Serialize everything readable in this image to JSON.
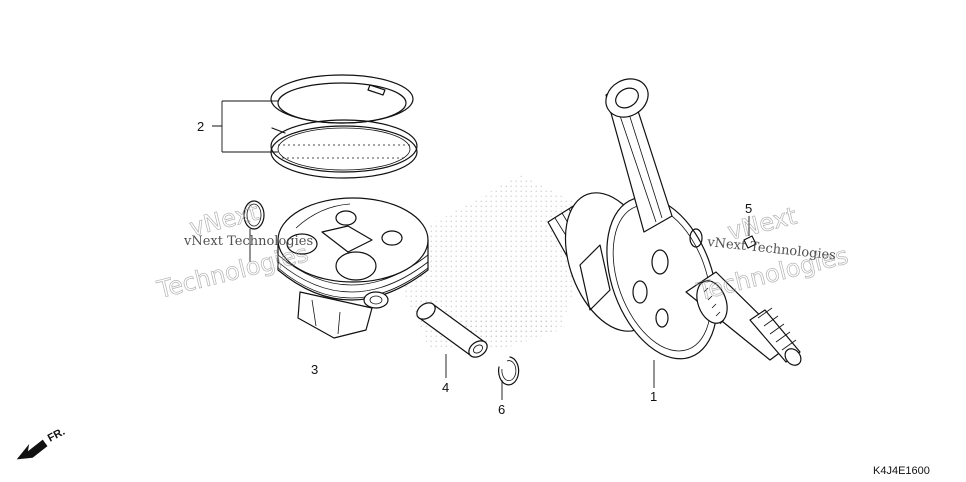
{
  "diagram_code": "K4J4E1600",
  "direction_label": "FR.",
  "watermark": {
    "line1": "vNext Technologies",
    "big1": "vNext",
    "big2": "Technologies"
  },
  "parts": [
    {
      "number": "1",
      "part": "crankshaft"
    },
    {
      "number": "2",
      "part": "piston-rings"
    },
    {
      "number": "3",
      "part": "piston"
    },
    {
      "number": "4",
      "part": "piston-pin"
    },
    {
      "number": "5",
      "part": "key"
    },
    {
      "number": "6",
      "part": "piston-pin-clip"
    }
  ]
}
